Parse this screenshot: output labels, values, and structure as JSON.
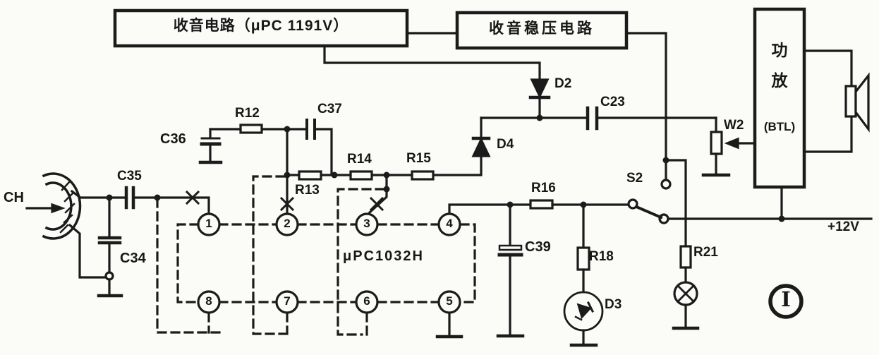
{
  "title_blocks": {
    "radio_box": "收音电路（μPC 1191V）",
    "regulator_box": "收音稳压电路",
    "amp_char1": "功",
    "amp_char2": "放",
    "amp_sub": "(BTL)"
  },
  "ic": {
    "name": "μPC1032H",
    "pins": [
      "1",
      "2",
      "3",
      "4",
      "8",
      "7",
      "6",
      "5"
    ]
  },
  "components": {
    "ch": "CH",
    "c34": "C34",
    "c35": "C35",
    "c36": "C36",
    "c37": "C37",
    "r12": "R12",
    "r13": "R13",
    "r14": "R14",
    "r15": "R15",
    "r16": "R16",
    "r18": "R18",
    "r21": "R21",
    "d2": "D2",
    "d3": "D3",
    "d4": "D4",
    "c23": "C23",
    "c39": "C39",
    "w2": "W2",
    "s2": "S2"
  },
  "power": {
    "rail": "+12V"
  },
  "figure": {
    "number": "I"
  },
  "colors": {
    "ink": "#1b1b1b",
    "paper": "#fbfbf8"
  }
}
